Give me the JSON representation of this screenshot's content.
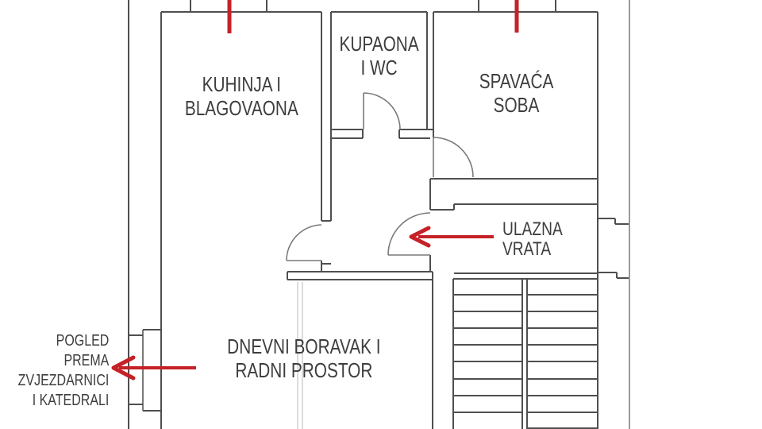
{
  "colors": {
    "wall": "#4f4f4f",
    "wall-light": "#7a7a7a",
    "boundary": "#9a9a9a",
    "faint": "#dcdcdc",
    "red": "#c52127",
    "text": "#3e3e3e",
    "bg": "#ffffff"
  },
  "rooms": {
    "kitchen": {
      "label": "KUHINJA I\nBLAGOVAONA"
    },
    "bathroom": {
      "label": "KUPAONA\nI WC"
    },
    "bedroom": {
      "label": "SPAVAĆA\nSOBA"
    },
    "entrance": {
      "label": "ULAZNA\nVRATA"
    },
    "living": {
      "label": "DNEVNI BORAVAK I\nRADNI PROSTOR"
    }
  },
  "annotations": {
    "view_direction": {
      "label": "POGLED\nPREMA\nZVJEZDARNICI\nI KATEDRALI"
    }
  }
}
